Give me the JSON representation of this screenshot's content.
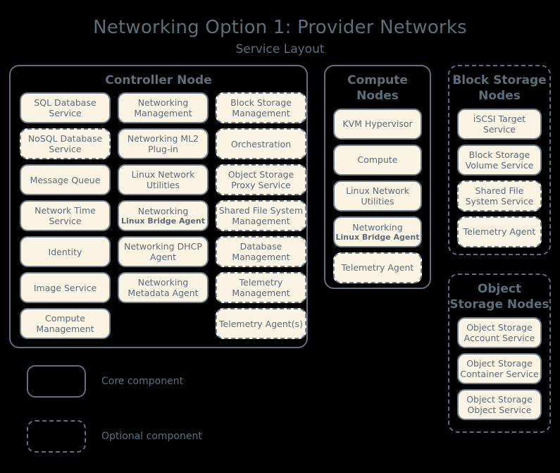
{
  "header": {
    "title": "Networking Option 1: Provider Networks",
    "subtitle": "Service Layout"
  },
  "colors": {
    "background": "#000000",
    "card_fill": "#fbf4e4",
    "card_border": "#6b7f8c",
    "node_border": "#5b7080",
    "text": "#5c6f7a"
  },
  "controller_node": {
    "title": "Controller Node",
    "style": "core",
    "columns": [
      {
        "name": "column-1",
        "cards": [
          {
            "label": "SQL Database Service",
            "style": "core"
          },
          {
            "label": "NoSQL Database Service",
            "style": "optional"
          },
          {
            "label": "Message Queue",
            "style": "core"
          },
          {
            "label": "Network Time Service",
            "style": "core"
          },
          {
            "label": "Identity",
            "style": "core"
          },
          {
            "label": "Image Service",
            "style": "core"
          },
          {
            "label": "Compute Management",
            "style": "core"
          }
        ]
      },
      {
        "name": "column-2",
        "cards": [
          {
            "label": "Networking Management",
            "style": "core"
          },
          {
            "label": "Networking ML2 Plug-in",
            "style": "core"
          },
          {
            "label": "Linux Network Utilities",
            "style": "core"
          },
          {
            "label": "Networking",
            "sublabel": "Linux Bridge Agent",
            "style": "core"
          },
          {
            "label": "Networking DHCP Agent",
            "style": "core"
          },
          {
            "label": "Networking Metadata Agent",
            "style": "core"
          },
          {
            "label": "",
            "style": "empty"
          }
        ]
      },
      {
        "name": "column-3",
        "cards": [
          {
            "label": "Block Storage Management",
            "style": "optional"
          },
          {
            "label": "Orchestration",
            "style": "optional"
          },
          {
            "label": "Object Storage Proxy Service",
            "style": "optional"
          },
          {
            "label": "Shared File System Management",
            "style": "optional"
          },
          {
            "label": "Database Management",
            "style": "optional"
          },
          {
            "label": "Telemetry Management",
            "style": "optional"
          },
          {
            "label": "Telemetry Agent(s)",
            "style": "optional"
          }
        ]
      }
    ]
  },
  "compute_node": {
    "title": "Compute Nodes",
    "style": "core",
    "cards": [
      {
        "label": "KVM Hypervisor",
        "style": "core"
      },
      {
        "label": "Compute",
        "style": "core"
      },
      {
        "label": "Linux Network Utilities",
        "style": "core"
      },
      {
        "label": "Networking",
        "sublabel": "Linux Bridge Agent",
        "style": "core"
      },
      {
        "label": "Telemetry Agent",
        "style": "optional"
      }
    ]
  },
  "block_storage_node": {
    "title": "Block Storage Nodes",
    "style": "optional",
    "cards": [
      {
        "label": "iSCSI Target Service",
        "style": "core"
      },
      {
        "label": "Block Storage Volume Service",
        "style": "core"
      },
      {
        "label": "Shared File System Service",
        "style": "optional"
      },
      {
        "label": "Telemetry Agent",
        "style": "optional"
      }
    ]
  },
  "object_storage_node": {
    "title": "Object Storage Nodes",
    "style": "optional",
    "cards": [
      {
        "label": "Object Storage Account Service",
        "style": "core"
      },
      {
        "label": "Object Storage Container Service",
        "style": "core"
      },
      {
        "label": "Object Storage Object Service",
        "style": "core"
      }
    ]
  },
  "legend": {
    "items": [
      {
        "label": "Core component",
        "style": "core"
      },
      {
        "label": "Optional component",
        "style": "optional"
      }
    ]
  }
}
